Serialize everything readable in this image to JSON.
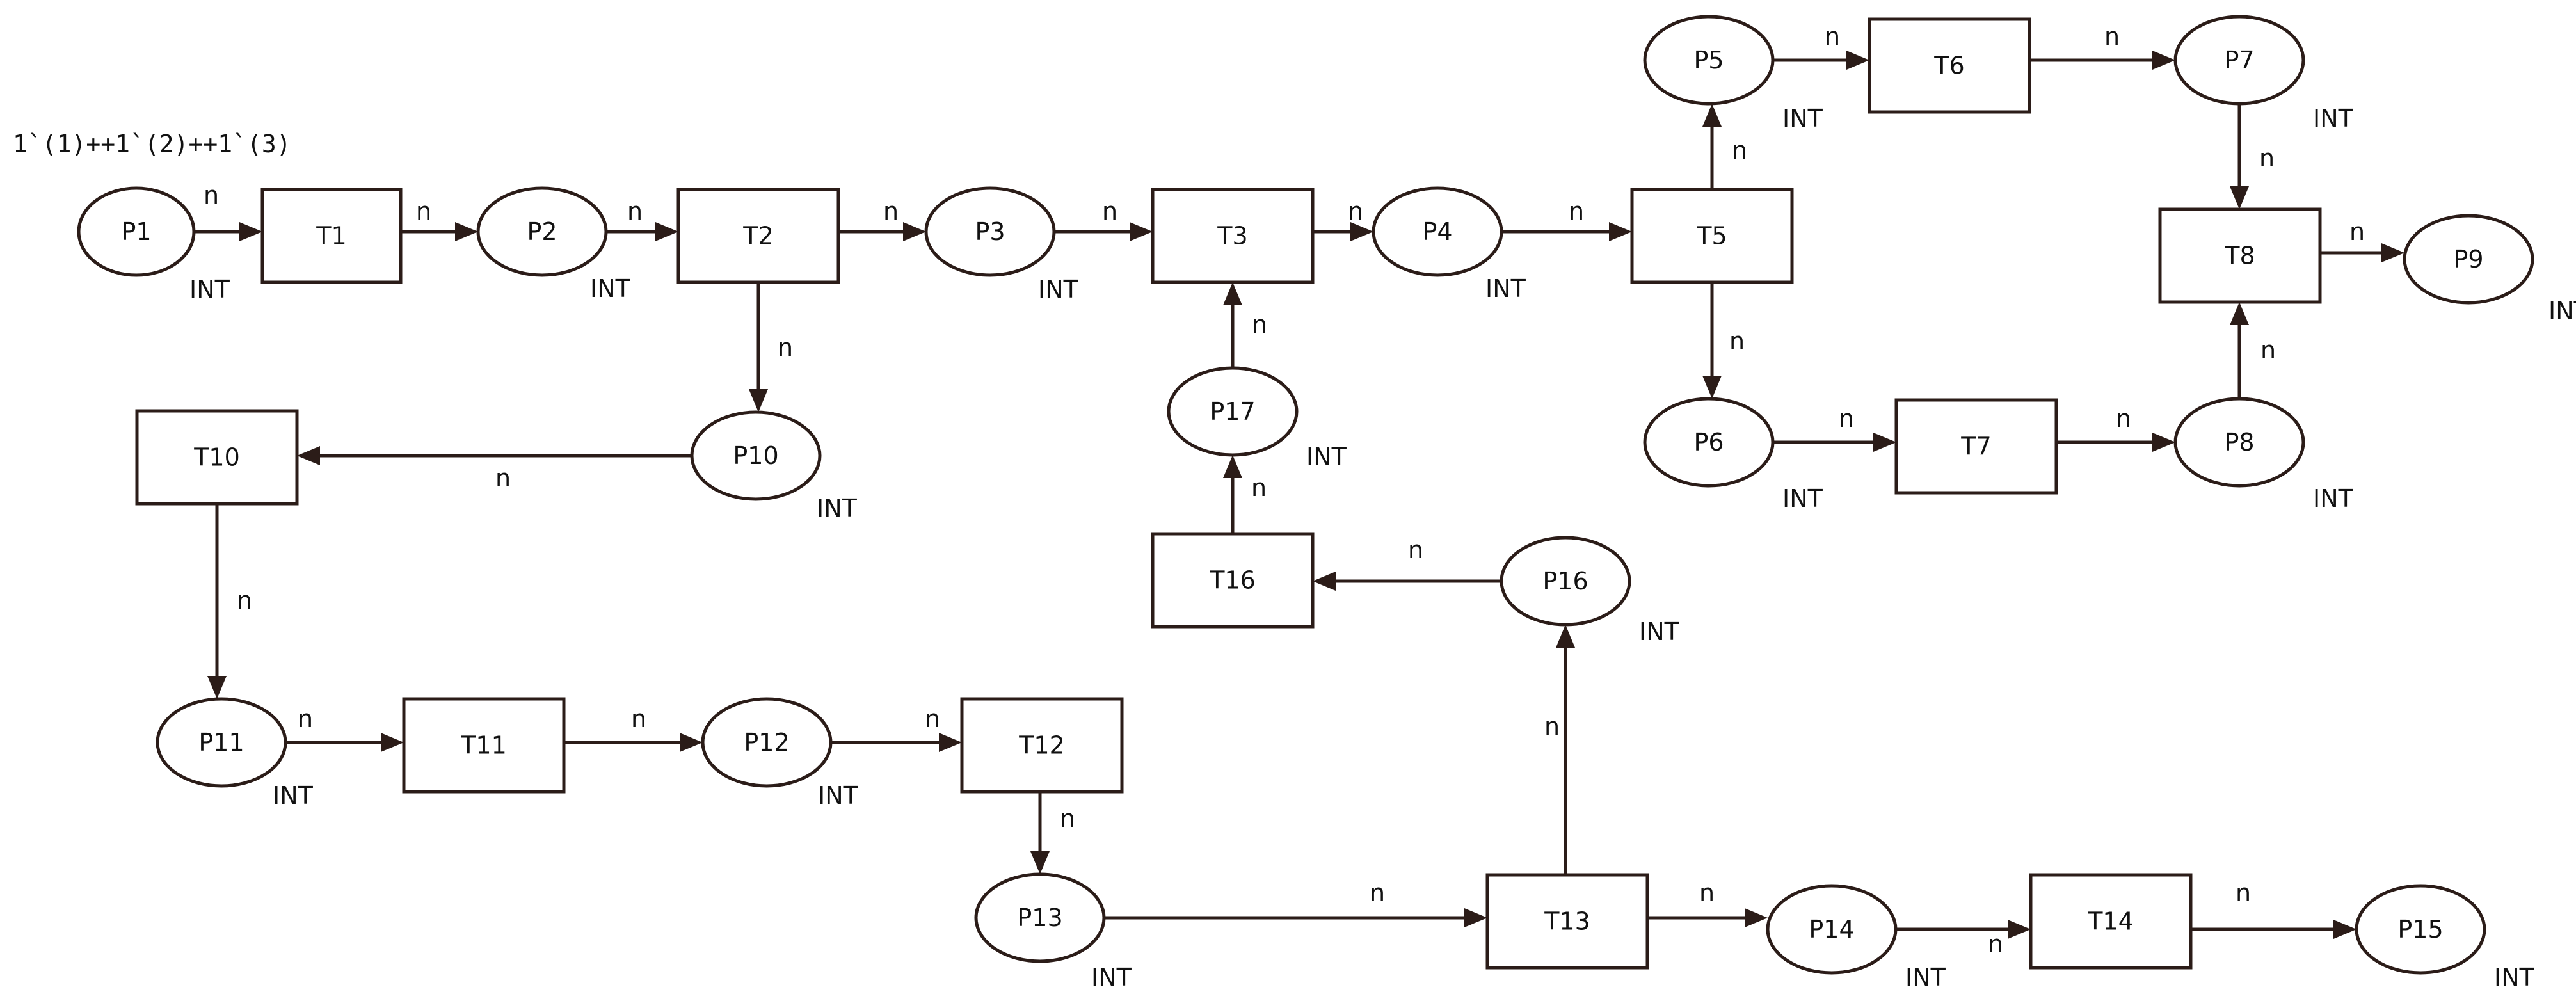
{
  "colors": {
    "stroke": "#2b1c18",
    "text": "#111111",
    "background": "#ffffff"
  },
  "diagram": {
    "initial_marking": {
      "node": "P1",
      "text": "1`(1)++1`(2)++1`(3)"
    },
    "places": [
      {
        "id": "P1",
        "label": "P1",
        "type": "INT"
      },
      {
        "id": "P2",
        "label": "P2",
        "type": "INT"
      },
      {
        "id": "P3",
        "label": "P3",
        "type": "INT"
      },
      {
        "id": "P4",
        "label": "P4",
        "type": "INT"
      },
      {
        "id": "P5",
        "label": "P5",
        "type": "INT"
      },
      {
        "id": "P6",
        "label": "P6",
        "type": "INT"
      },
      {
        "id": "P7",
        "label": "P7",
        "type": "INT"
      },
      {
        "id": "P8",
        "label": "P8",
        "type": "INT"
      },
      {
        "id": "P9",
        "label": "P9",
        "type": "INT"
      },
      {
        "id": "P10",
        "label": "P10",
        "type": "INT"
      },
      {
        "id": "P11",
        "label": "P11",
        "type": "INT"
      },
      {
        "id": "P12",
        "label": "P12",
        "type": "INT"
      },
      {
        "id": "P13",
        "label": "P13",
        "type": "INT"
      },
      {
        "id": "P14",
        "label": "P14",
        "type": "INT"
      },
      {
        "id": "P15",
        "label": "P15",
        "type": "INT"
      },
      {
        "id": "P16",
        "label": "P16",
        "type": "INT"
      },
      {
        "id": "P17",
        "label": "P17",
        "type": "INT"
      }
    ],
    "transitions": [
      {
        "id": "T1",
        "label": "T1"
      },
      {
        "id": "T2",
        "label": "T2"
      },
      {
        "id": "T3",
        "label": "T3"
      },
      {
        "id": "T5",
        "label": "T5"
      },
      {
        "id": "T6",
        "label": "T6"
      },
      {
        "id": "T7",
        "label": "T7"
      },
      {
        "id": "T8",
        "label": "T8"
      },
      {
        "id": "T10",
        "label": "T10"
      },
      {
        "id": "T11",
        "label": "T11"
      },
      {
        "id": "T12",
        "label": "T12"
      },
      {
        "id": "T13",
        "label": "T13"
      },
      {
        "id": "T14",
        "label": "T14"
      },
      {
        "id": "T16",
        "label": "T16"
      }
    ],
    "arcs": [
      {
        "from": "P1",
        "to": "T1",
        "label": "n"
      },
      {
        "from": "T1",
        "to": "P2",
        "label": "n"
      },
      {
        "from": "P2",
        "to": "T2",
        "label": "n"
      },
      {
        "from": "T2",
        "to": "P3",
        "label": "n"
      },
      {
        "from": "T2",
        "to": "P10",
        "label": "n"
      },
      {
        "from": "P3",
        "to": "T3",
        "label": "n"
      },
      {
        "from": "T3",
        "to": "P4",
        "label": "n"
      },
      {
        "from": "P4",
        "to": "T5",
        "label": "n"
      },
      {
        "from": "T5",
        "to": "P5",
        "label": "n"
      },
      {
        "from": "T5",
        "to": "P6",
        "label": "n"
      },
      {
        "from": "P5",
        "to": "T6",
        "label": "n"
      },
      {
        "from": "T6",
        "to": "P7",
        "label": "n"
      },
      {
        "from": "P7",
        "to": "T8",
        "label": "n"
      },
      {
        "from": "P6",
        "to": "T7",
        "label": "n"
      },
      {
        "from": "T7",
        "to": "P8",
        "label": "n"
      },
      {
        "from": "P8",
        "to": "T8",
        "label": "n"
      },
      {
        "from": "T8",
        "to": "P9",
        "label": "n"
      },
      {
        "from": "P10",
        "to": "T10",
        "label": "n"
      },
      {
        "from": "T10",
        "to": "P11",
        "label": "n"
      },
      {
        "from": "P11",
        "to": "T11",
        "label": "n"
      },
      {
        "from": "T11",
        "to": "P12",
        "label": "n"
      },
      {
        "from": "P12",
        "to": "T12",
        "label": "n"
      },
      {
        "from": "T12",
        "to": "P13",
        "label": "n"
      },
      {
        "from": "P13",
        "to": "T13",
        "label": "n"
      },
      {
        "from": "T13",
        "to": "P14",
        "label": "n"
      },
      {
        "from": "T13",
        "to": "P16",
        "label": "n"
      },
      {
        "from": "P14",
        "to": "T14",
        "label": "n"
      },
      {
        "from": "T14",
        "to": "P15",
        "label": "n"
      },
      {
        "from": "P16",
        "to": "T16",
        "label": "n"
      },
      {
        "from": "T16",
        "to": "P17",
        "label": "n"
      },
      {
        "from": "P17",
        "to": "T3",
        "label": "n"
      }
    ]
  }
}
